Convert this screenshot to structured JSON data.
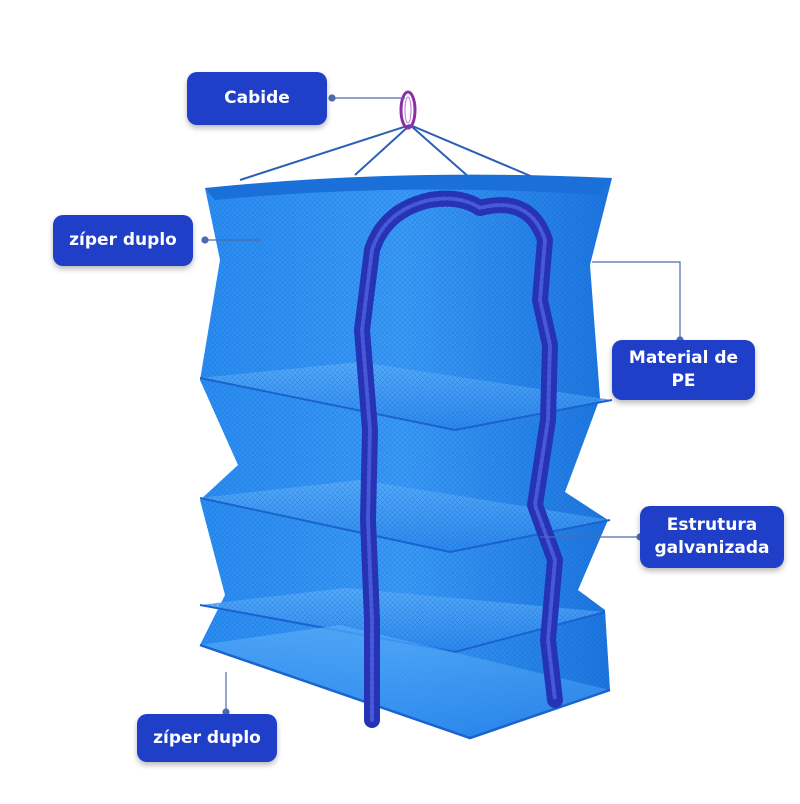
{
  "colors": {
    "mesh_blue": "#1e7fe6",
    "zipper_blue": "#2733b5",
    "label_blue": "#1f3fc9",
    "label_text": "#ffffff",
    "leader_line": "#4a6bb0"
  },
  "labels": {
    "cabide": "Cabide",
    "ziper_top": "zíper duplo",
    "material": "Material de\nPE",
    "estrutura": "Estrutura\ngalvanizada",
    "ziper_bottom": "zíper duplo"
  }
}
